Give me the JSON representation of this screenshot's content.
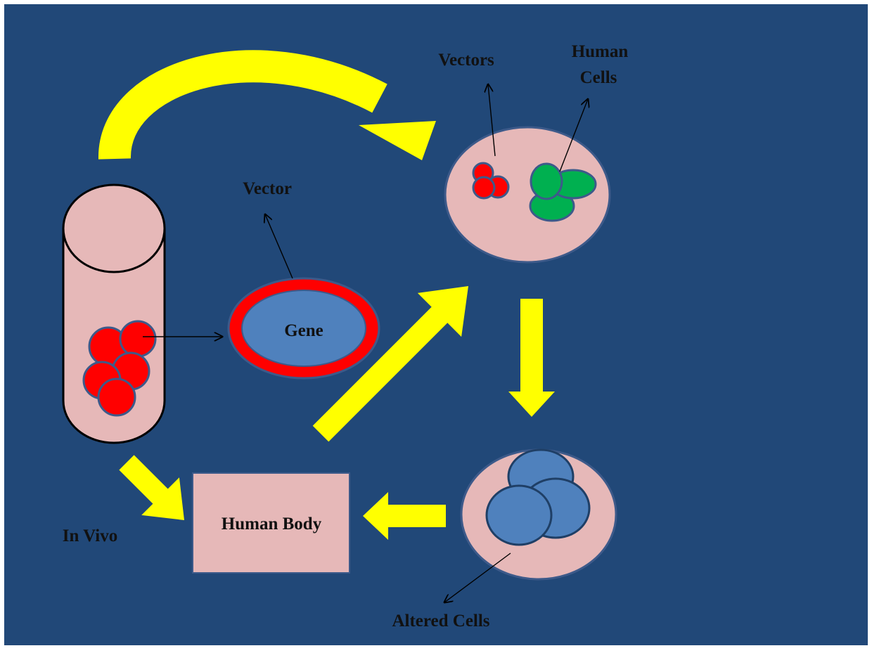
{
  "labels": {
    "vectors": "Vectors",
    "human_cells_line1": "Human",
    "human_cells_line2": "Cells",
    "vector": "Vector",
    "gene": "Gene",
    "human_body": "Human Body",
    "in_vivo": "In Vivo",
    "altered_cells": "Altered Cells"
  },
  "colors": {
    "background": "#214878",
    "border": "#ffffff",
    "pink_fill": "#e6b8b8",
    "red": "#ff0000",
    "green": "#00b050",
    "blue_cell": "#4f81bd",
    "yellow_arrow": "#ffff00",
    "outline": "#3d5a8a"
  },
  "icons": {
    "test_tube": "test-tube-icon",
    "vector_particle": "vector-particle-icon",
    "petri_dish": "petri-dish-icon",
    "cell_culture": "cell-culture-icon",
    "arrow": "arrow-icon"
  }
}
